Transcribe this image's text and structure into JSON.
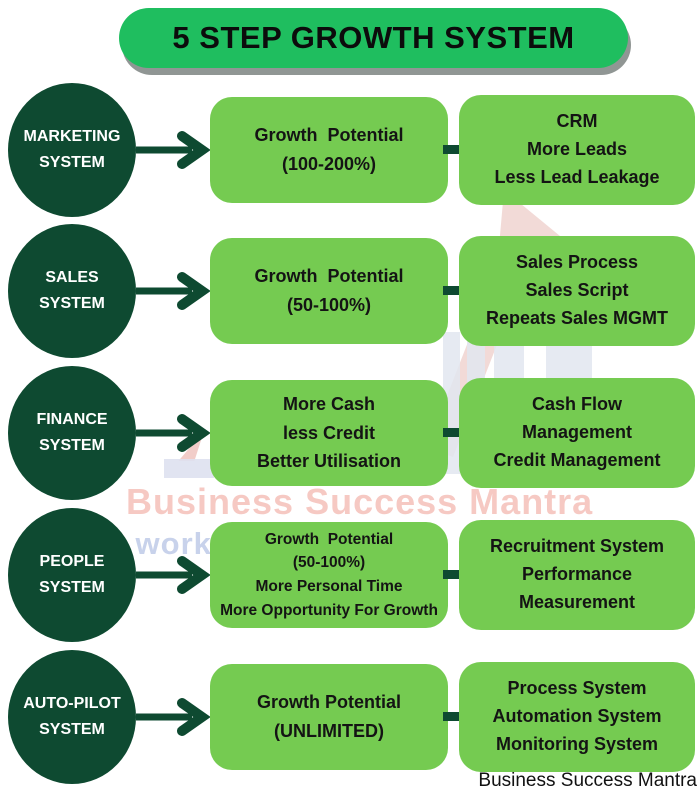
{
  "title": "5 STEP GROWTH SYSTEM",
  "colors": {
    "banner_green": "#1fbe5f",
    "box_green": "#75cb51",
    "dark_green": "#0e4a31"
  },
  "rows": [
    {
      "circle": [
        "MARKETING",
        "SYSTEM"
      ],
      "middle": [
        "Growth  Potential",
        "(100-200%)"
      ],
      "right": [
        "CRM",
        "More Leads",
        "Less Lead Leakage"
      ]
    },
    {
      "circle": [
        "SALES",
        "SYSTEM"
      ],
      "middle": [
        "Growth  Potential",
        "(50-100%)"
      ],
      "right": [
        "Sales Process",
        "Sales Script",
        "Repeats Sales MGMT"
      ]
    },
    {
      "circle": [
        "FINANCE",
        "SYSTEM"
      ],
      "middle": [
        "More Cash",
        "less Credit",
        "Better Utilisation"
      ],
      "right": [
        "Cash Flow",
        "Management",
        "Credit Management"
      ]
    },
    {
      "circle": [
        "PEOPLE",
        "SYSTEM"
      ],
      "middle": [
        "Growth  Potential",
        "(50-100%)",
        "More Personal Time",
        "More Opportunity For Growth"
      ],
      "right": [
        "Recruitment System",
        "Performance",
        "Measurement"
      ]
    },
    {
      "circle": [
        "AUTO-PILOT",
        "SYSTEM"
      ],
      "middle": [
        "Growth Potential",
        "(UNLIMITED)"
      ],
      "right": [
        "Process System",
        "Automation System",
        "Monitoring System"
      ]
    }
  ],
  "watermark": {
    "brand": "Business Success Mantra",
    "tagline": "We work"
  },
  "footer": "Business Success Mantra"
}
